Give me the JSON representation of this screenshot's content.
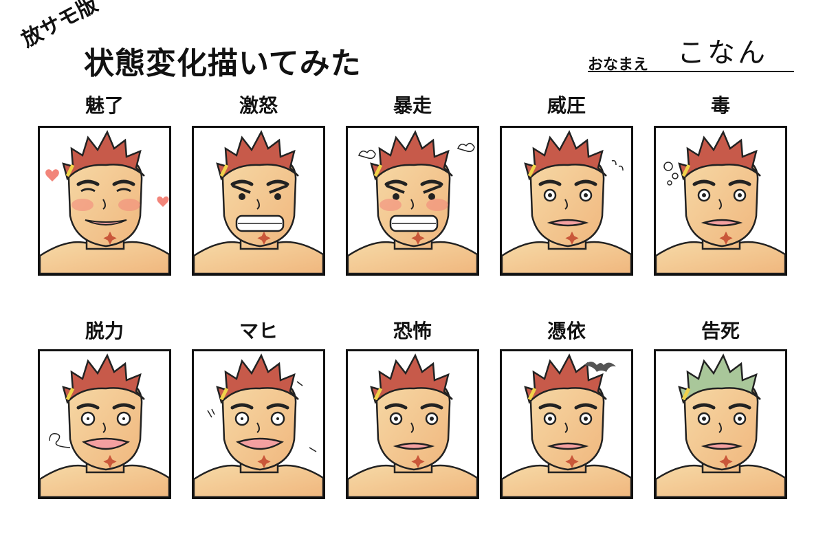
{
  "header": {
    "tag": "放サモ版",
    "title": "状態変化描いてみた",
    "name_label": "おなまえ",
    "name_value": "こなん"
  },
  "panels": [
    {
      "label": "魅了",
      "expression": "charmed",
      "hair_color": "#c75a4a",
      "blush": true,
      "accent_icon": "heart-icon"
    },
    {
      "label": "激怒",
      "expression": "enraged",
      "hair_color": "#c75a4a",
      "blush": false,
      "accent_icon": ""
    },
    {
      "label": "暴走",
      "expression": "berserk",
      "hair_color": "#c75a4a",
      "blush": true,
      "accent_icon": "steam-icon"
    },
    {
      "label": "威圧",
      "expression": "intimidated",
      "hair_color": "#c75a4a",
      "blush": false,
      "accent_icon": "sweat-icon"
    },
    {
      "label": "毒",
      "expression": "poisoned",
      "hair_color": "#c75a4a",
      "blush": false,
      "accent_icon": "bubble-icon"
    },
    {
      "label": "脱力",
      "expression": "exhausted",
      "hair_color": "#c75a4a",
      "blush": false,
      "accent_icon": "swirl-icon"
    },
    {
      "label": "マヒ",
      "expression": "paralyzed",
      "hair_color": "#c75a4a",
      "blush": false,
      "accent_icon": "shock-icon"
    },
    {
      "label": "恐怖",
      "expression": "afraid",
      "hair_color": "#c75a4a",
      "blush": false,
      "accent_icon": ""
    },
    {
      "label": "憑依",
      "expression": "possessed",
      "hair_color": "#c75a4a",
      "blush": false,
      "accent_icon": "bat-icon"
    },
    {
      "label": "告死",
      "expression": "doomed",
      "hair_color": "#a9c79a",
      "blush": false,
      "accent_icon": ""
    }
  ],
  "colors": {
    "skin": "#f6d9a6",
    "skin_shade": "#f0b77e",
    "hair_tip": "#f1d34a",
    "blush": "#f2857a",
    "mouth": "#f4a0a0",
    "ink": "#222222",
    "scar_star": "#c9573a"
  }
}
